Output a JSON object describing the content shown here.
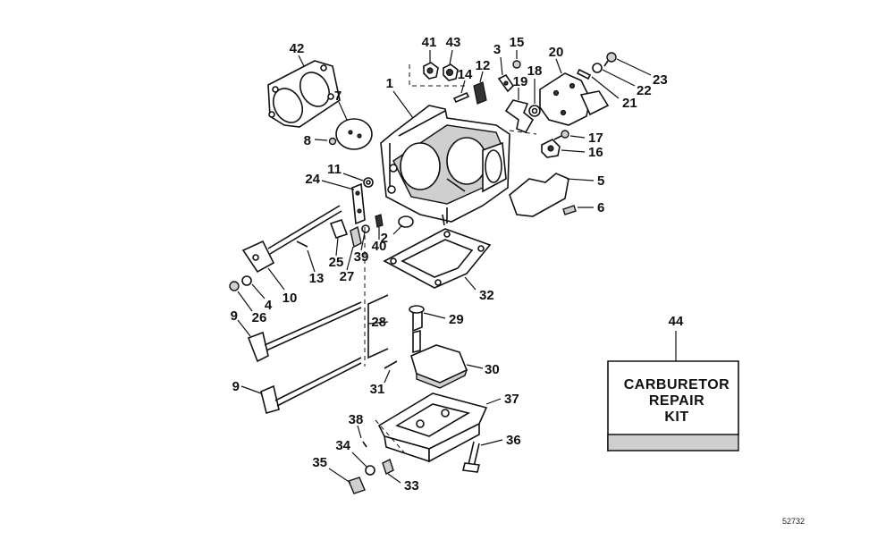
{
  "kit": {
    "line1": "CARBURETOR",
    "line2": "REPAIR",
    "line3": "KIT",
    "callout": "44"
  },
  "reference_number": "52732",
  "callouts": {
    "c1": "1",
    "c2": "2",
    "c3": "3",
    "c4": "4",
    "c5": "5",
    "c6": "6",
    "c7": "7",
    "c8": "8",
    "c9a": "9",
    "c9b": "9",
    "c10": "10",
    "c11": "11",
    "c12": "12",
    "c13": "13",
    "c14": "14",
    "c15": "15",
    "c16": "16",
    "c17": "17",
    "c18": "18",
    "c19": "19",
    "c20": "20",
    "c21": "21",
    "c22": "22",
    "c23": "23",
    "c24": "24",
    "c25": "25",
    "c26": "26",
    "c27": "27",
    "c28": "28",
    "c29": "29",
    "c30": "30",
    "c31": "31",
    "c32": "32",
    "c33": "33",
    "c34": "34",
    "c35": "35",
    "c36": "36",
    "c37": "37",
    "c38": "38",
    "c39": "39",
    "c40": "40",
    "c41": "41",
    "c42": "42",
    "c43": "43"
  }
}
